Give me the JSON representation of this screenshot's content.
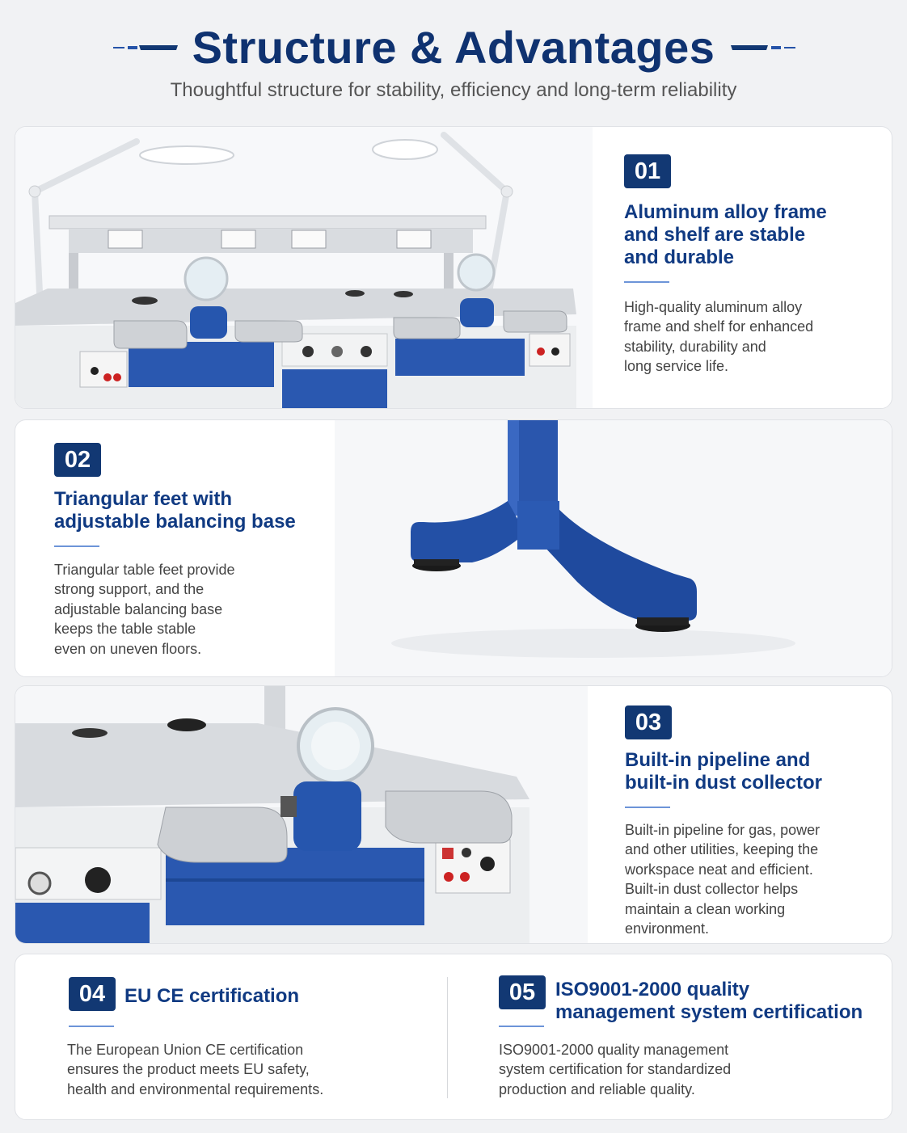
{
  "header": {
    "title": "Structure & Advantages",
    "subtitle": "Thoughtful structure for stability, efficiency and long-term reliability"
  },
  "colors": {
    "navy": "#123873",
    "title_blue": "#103a82",
    "accent_blue": "#2553a8"
  },
  "features": [
    {
      "number": "01",
      "title_lines": [
        "Aluminum alloy frame",
        "and shelf are stable",
        "and durable"
      ],
      "desc_lines": [
        "High-quality aluminum alloy",
        "frame and shelf for enhanced",
        "stability, durability and",
        "long service life."
      ],
      "image_icon": "lab-workbench-photo"
    },
    {
      "number": "02",
      "title_lines": [
        "Triangular feet with",
        "adjustable balancing base"
      ],
      "desc_lines": [
        "Triangular table feet provide",
        "strong support, and the",
        "adjustable balancing base",
        "keeps the table stable",
        "even on uneven floors."
      ],
      "image_icon": "table-foot-photo"
    },
    {
      "number": "03",
      "title_lines": [
        "Built-in pipeline and",
        "built-in dust collector"
      ],
      "desc_lines": [
        "Built-in pipeline for gas, power",
        "and other utilities, keeping the",
        "workspace neat and efficient.",
        "Built-in dust collector helps",
        "maintain a clean working",
        "environment."
      ],
      "image_icon": "workbench-closeup-photo"
    },
    {
      "number": "04",
      "title_lines": [
        "EU CE certification"
      ],
      "desc_lines": [
        "The European Union CE certification",
        "ensures the product meets EU safety,",
        "health and environmental requirements."
      ]
    },
    {
      "number": "05",
      "title_lines": [
        "ISO9001-2000 quality",
        "management system certification"
      ],
      "desc_lines": [
        "ISO9001-2000 quality management",
        "system certification for standardized",
        "production and reliable quality."
      ]
    }
  ]
}
